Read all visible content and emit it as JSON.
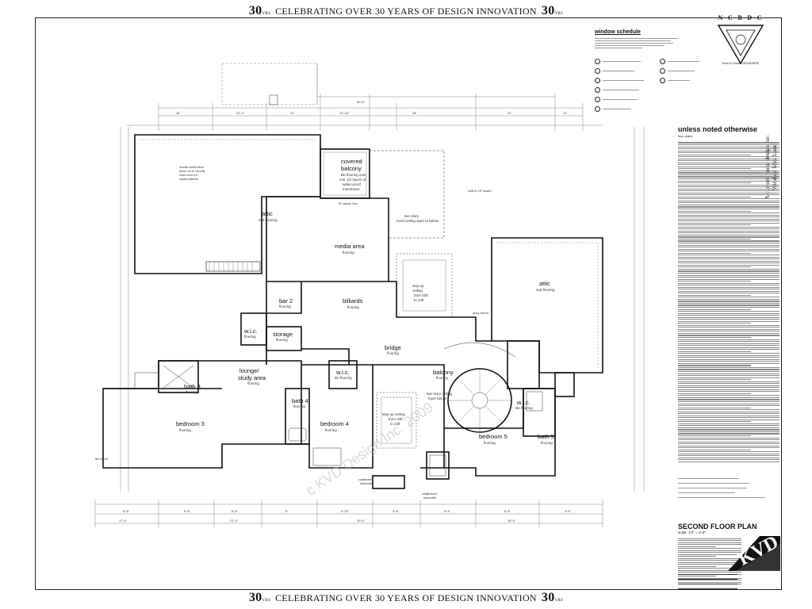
{
  "banner": {
    "logo_number": "30",
    "logo_suffix": "YRS",
    "text": "CELEBRATING OVER 30 YEARS OF DESIGN INNOVATION"
  },
  "logo": {
    "letters": "N·C·B·D·C",
    "name": "Kevin & Yvonne DESIGNERS"
  },
  "project": {
    "vertical_line1": "A custom home design for:",
    "vertical_line2": "Windsor Mist Lane"
  },
  "window_schedule": {
    "title": "window schedule"
  },
  "general_notes": {
    "title": "unless noted otherwise",
    "subtitle": "floor plans"
  },
  "drawing": {
    "title": "SECOND FLOOR PLAN",
    "scale": "scale: 1/4\" = 1'-0\""
  },
  "firm": {
    "mark": "KVD"
  },
  "watermark": "c KVD Design Inc. 2009",
  "rooms": {
    "attic_left": "attic",
    "attic_left_sub": "sub-flooring",
    "attic_right": "attic",
    "attic_right_sub": "sub-flooring",
    "covered_balcony": "covered balcony",
    "covered_balcony_sub": "tile flooring over min. (2) layers of water-proof membrane",
    "media_area": "media area",
    "media_area_sub": "flooring",
    "two_story_upper": "two story",
    "two_story_upper_sub": "tonal ceiling open to below",
    "step_up_ceiling_upper": "step up ceiling from 23ft to 24ft",
    "bar_2": "bar 2",
    "bar_2_sub": "flooring",
    "billiards": "billiards",
    "billiards_sub": "flooring",
    "wic_left": "w.i.c.",
    "wic_left_sub": "flooring",
    "storage": "storage",
    "storage_sub": "flooring",
    "bridge": "bridge",
    "bridge_sub": "flooring",
    "lounge": "lounge/ study area",
    "lounge_sub": "flooring",
    "wic_mid": "w.i.c.",
    "wic_mid_sub": "tile flooring",
    "balcony": "balcony",
    "balcony_sub": "flooring",
    "two_story_lower": "two story ceiling",
    "two_story_lower_sub": "foyer below",
    "bath_3": "bath 3",
    "bath_3_sub": "flooring",
    "bedroom_3": "bedroom 3",
    "bedroom_3_sub": "flooring",
    "bath_4": "bath 4",
    "bath_4_sub": "flooring",
    "bedroom_4": "bedroom 4",
    "bedroom_4_sub": "flooring",
    "step_up_ceiling_lower": "step up ceiling from 23ft to 24ft",
    "wic_right": "w.i.c.",
    "wic_right_sub": "tile flooring",
    "bedroom_5": "bedroom 5",
    "bedroom_5_sub": "flooring",
    "bath_5": "bath 5",
    "bath_5_sub": "flooring",
    "cantilevered_1": "cantilevered balconette",
    "cantilevered_2": "cantilevered balconette"
  }
}
